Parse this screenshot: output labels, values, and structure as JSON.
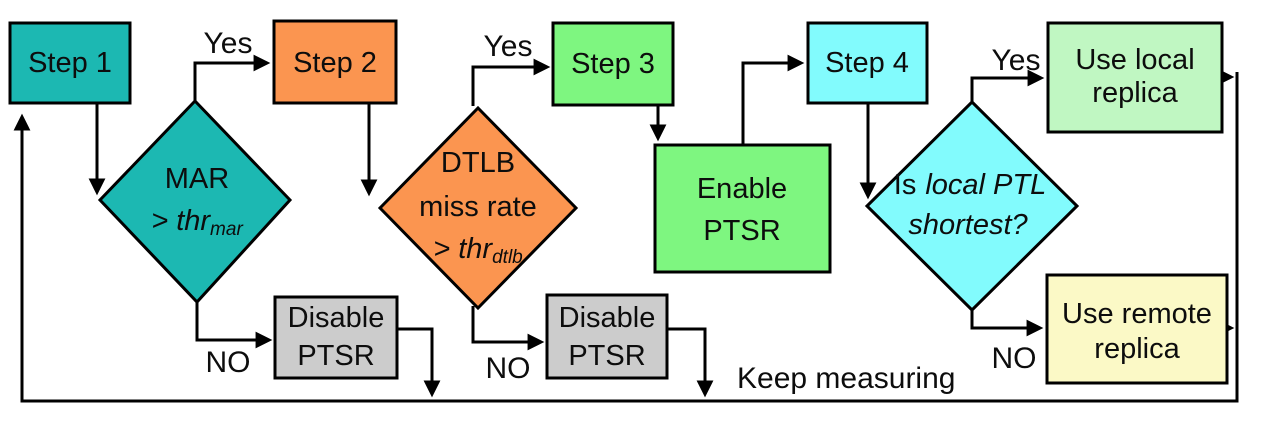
{
  "diagram": {
    "nodes": {
      "step1": "Step 1",
      "step2": "Step 2",
      "step3": "Step 3",
      "step4": "Step 4",
      "mar_decision": {
        "line1": "MAR",
        "line2": "> thr",
        "line2_sub": "mar"
      },
      "dtlb_decision": {
        "line1": "DTLB",
        "line2": "miss rate",
        "line3": "> thr",
        "line3_sub": "dtlb"
      },
      "ptl_decision": {
        "line1_normal": "Is",
        "line1_italic": "local PTL",
        "line2": "shortest?"
      },
      "enable_ptsr": {
        "line1": "Enable",
        "line2": "PTSR"
      },
      "disable_ptsr_1": {
        "line1": "Disable",
        "line2": "PTSR"
      },
      "disable_ptsr_2": {
        "line1": "Disable",
        "line2": "PTSR"
      },
      "use_local_replica": {
        "line1": "Use local",
        "line2": "replica"
      },
      "use_remote_replica": {
        "line1": "Use remote",
        "line2": "replica"
      }
    },
    "edge_labels": {
      "yes1": "Yes",
      "yes2": "Yes",
      "yes3": "Yes",
      "no1": "NO",
      "no2": "NO",
      "no3": "NO"
    },
    "annotations": {
      "keep_measuring": "Keep measuring"
    },
    "colors": {
      "teal": "#1cb8b2",
      "orange": "#fb9550",
      "green": "#7ef680",
      "cyan": "#82fbfd",
      "light_green": "#c0f7c2",
      "light_yellow": "#fbf9c6",
      "gray": "#cccccc",
      "line": "#000000"
    }
  }
}
